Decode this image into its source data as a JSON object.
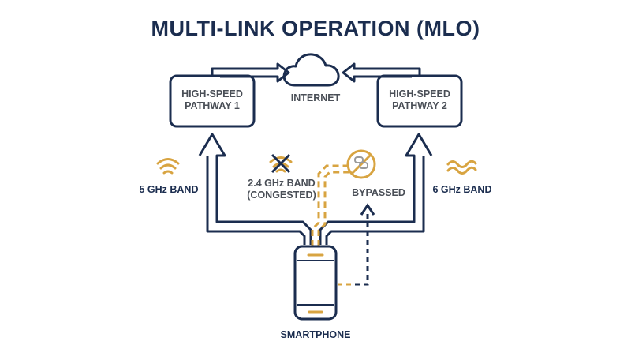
{
  "title": "MULTI-LINK OPERATION (MLO)",
  "nodes": {
    "pathway1": "HIGH-SPEED\nPATHWAY 1",
    "pathway2": "HIGH-SPEED\nPATHWAY 2",
    "internet": "INTERNET",
    "band5": "5 GHz BAND",
    "band24": "2.4 GHz BAND\n(CONGESTED)",
    "bypassed": "BYPASSED",
    "band6": "6 GHz BAND",
    "smartphone": "SMARTPHONE"
  },
  "colors": {
    "navy": "#1b2d4f",
    "gold": "#d8a441",
    "grey": "#9a9a9a"
  },
  "icons": {
    "internet": "cloud-icon",
    "band5": "wifi-signal-icon",
    "band24": "wifi-crossed-icon",
    "bypassed": "blocked-link-icon",
    "band6": "wave-icon",
    "smartphone": "smartphone-icon"
  }
}
